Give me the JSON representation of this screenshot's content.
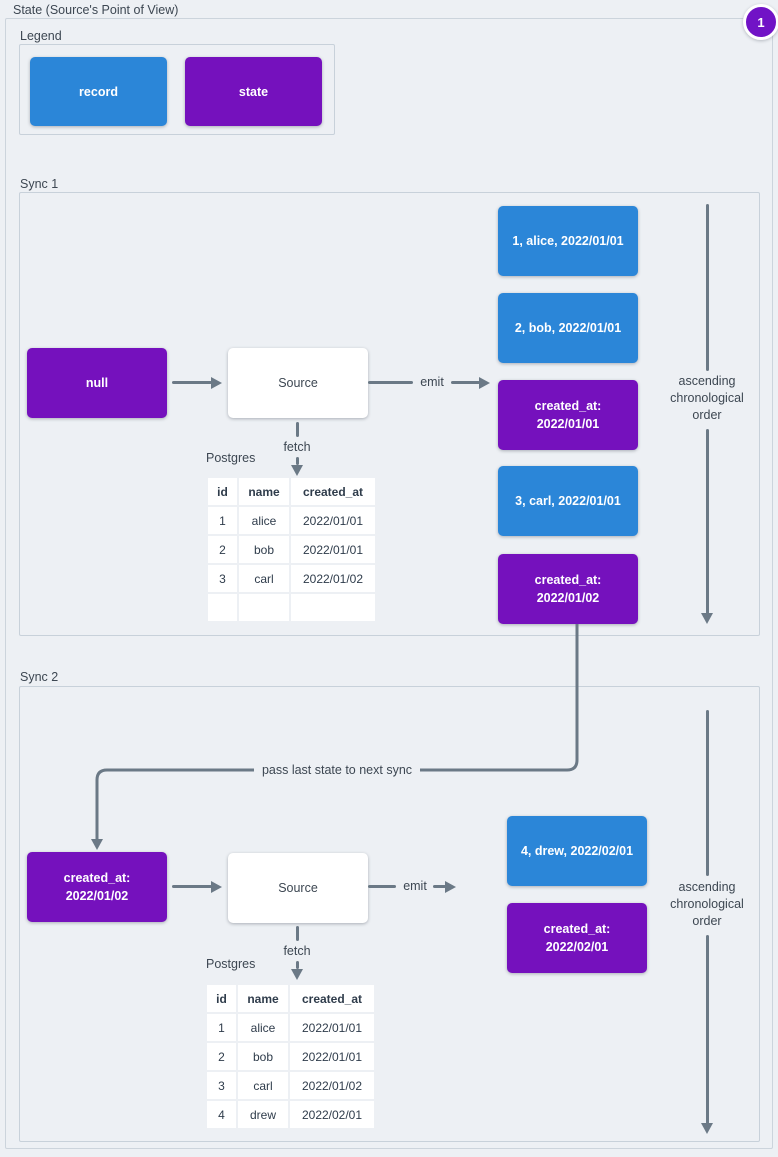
{
  "title": "State (Source's Point of View)",
  "badge": "1",
  "colors": {
    "record": "#2b86d8",
    "state": "#7511bd",
    "line": "#6b7986",
    "text": "#3d4752",
    "badge": "#7113c6",
    "bg": "#edf0f4"
  },
  "legend": {
    "label": "Legend",
    "record_label": "record",
    "state_label": "state"
  },
  "pass_label": "pass last state to next sync",
  "sync1": {
    "label": "Sync 1",
    "input_state": "null",
    "source_label": "Source",
    "emit_label": "emit",
    "fetch_label": "fetch",
    "postgres_label": "Postgres",
    "table": {
      "headers": [
        "id",
        "name",
        "created_at"
      ],
      "rows": [
        [
          "1",
          "alice",
          "2022/01/01"
        ],
        [
          "2",
          "bob",
          "2022/01/01"
        ],
        [
          "3",
          "carl",
          "2022/01/02"
        ],
        [
          "",
          "",
          ""
        ]
      ]
    },
    "emitted": [
      {
        "kind": "record",
        "text": "1, alice, 2022/01/01"
      },
      {
        "kind": "record",
        "text": "2, bob, 2022/01/01"
      },
      {
        "kind": "state",
        "text": "created_at:\n2022/01/01"
      },
      {
        "kind": "record",
        "text": "3, carl, 2022/01/01"
      },
      {
        "kind": "state",
        "text": "created_at:\n2022/01/02"
      }
    ],
    "order_note": "ascending\nchronological\norder"
  },
  "sync2": {
    "label": "Sync 2",
    "input_state": "created_at:\n2022/01/02",
    "source_label": "Source",
    "emit_label": "emit",
    "fetch_label": "fetch",
    "postgres_label": "Postgres",
    "table": {
      "headers": [
        "id",
        "name",
        "created_at"
      ],
      "rows": [
        [
          "1",
          "alice",
          "2022/01/01"
        ],
        [
          "2",
          "bob",
          "2022/01/01"
        ],
        [
          "3",
          "carl",
          "2022/01/02"
        ],
        [
          "4",
          "drew",
          "2022/02/01"
        ]
      ]
    },
    "emitted": [
      {
        "kind": "record",
        "text": "4, drew, 2022/02/01"
      },
      {
        "kind": "state",
        "text": "created_at:\n2022/02/01"
      }
    ],
    "order_note": "ascending\nchronological\norder"
  }
}
